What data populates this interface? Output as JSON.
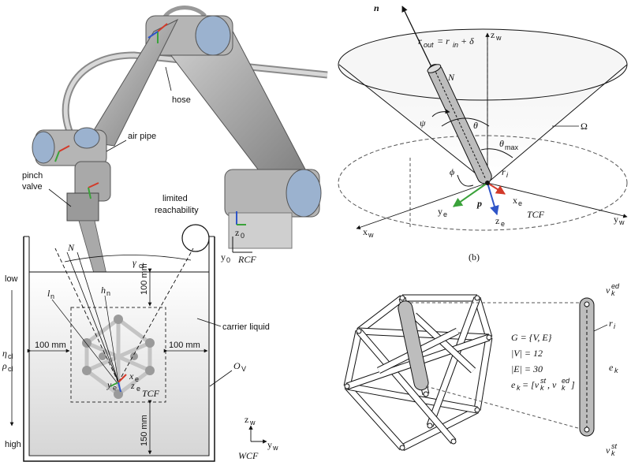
{
  "panel_a": {
    "labels": {
      "hose": "hose",
      "air_pipe": "air pipe",
      "pinch_valve_1": "pinch",
      "pinch_valve_2": "valve",
      "limited_1": "limited",
      "limited_2": "reachability",
      "carrier_liquid": "carrier liquid",
      "low": "low",
      "high": "high",
      "eta": "η",
      "eta_sub": "cl",
      "rho": "ρ",
      "rho_sub": "cl",
      "dim_100_top": "100 mm",
      "dim_100_left": "100 mm",
      "dim_100_right": "100 mm",
      "dim_150": "150 mm",
      "N": "N",
      "gamma": "γ",
      "gamma_sub": "cl",
      "l": "l",
      "l_sub": "n",
      "h": "h",
      "h_sub": "n",
      "O": "O",
      "O_sub": "V",
      "TCF": "TCF",
      "RCF": "RCF",
      "WCF": "WCF",
      "ye": "y",
      "ze": "z",
      "xe": "x",
      "e_sub": "e",
      "z0": "z",
      "y0": "y",
      "zero_sub": "0",
      "zw": "z",
      "yw": "y",
      "w_sub": "w"
    }
  },
  "panel_b": {
    "caption": "(b)",
    "labels": {
      "n": "n",
      "r_out_eq": "r",
      "r_out_sub": "out",
      "r_in_part": "= r",
      "r_in_sub": "in",
      "plus_delta": "+ δ",
      "zw": "z",
      "w_sub": "w",
      "N": "N",
      "psi": "ψ",
      "theta": "θ",
      "Omega": "Ω",
      "theta_max": "θ",
      "max_sub": "max",
      "phi": "ϕ",
      "r_i": "r",
      "i_sub": "i",
      "p": "p",
      "xe": "x",
      "ye": "y",
      "ze": "z",
      "e_sub": "e",
      "TCF": "TCF",
      "yw": "y",
      "xw": "x"
    }
  },
  "panel_c": {
    "labels": {
      "G": "G = {V, E}",
      "V": "|V| = 12",
      "E": "|E| = 30",
      "ek_def": "e",
      "ek_def_sub": "k",
      "ek_rhs": "= [v",
      "st_sup": "st",
      "k_sub": "k",
      "comma": ", v",
      "ed_sup": "ed",
      "close": "]",
      "v_ed": "v",
      "r_i": "r",
      "i_sub": "i",
      "e_k": "e",
      "v_st": "v"
    }
  },
  "colors": {
    "robot_grey": "#b9b9b9",
    "robot_dark": "#6f6f6f",
    "joint_blue": "#9bb2cf",
    "axis_red": "#d33a2a",
    "axis_green": "#3aa23a",
    "axis_blue": "#2f55c8"
  }
}
